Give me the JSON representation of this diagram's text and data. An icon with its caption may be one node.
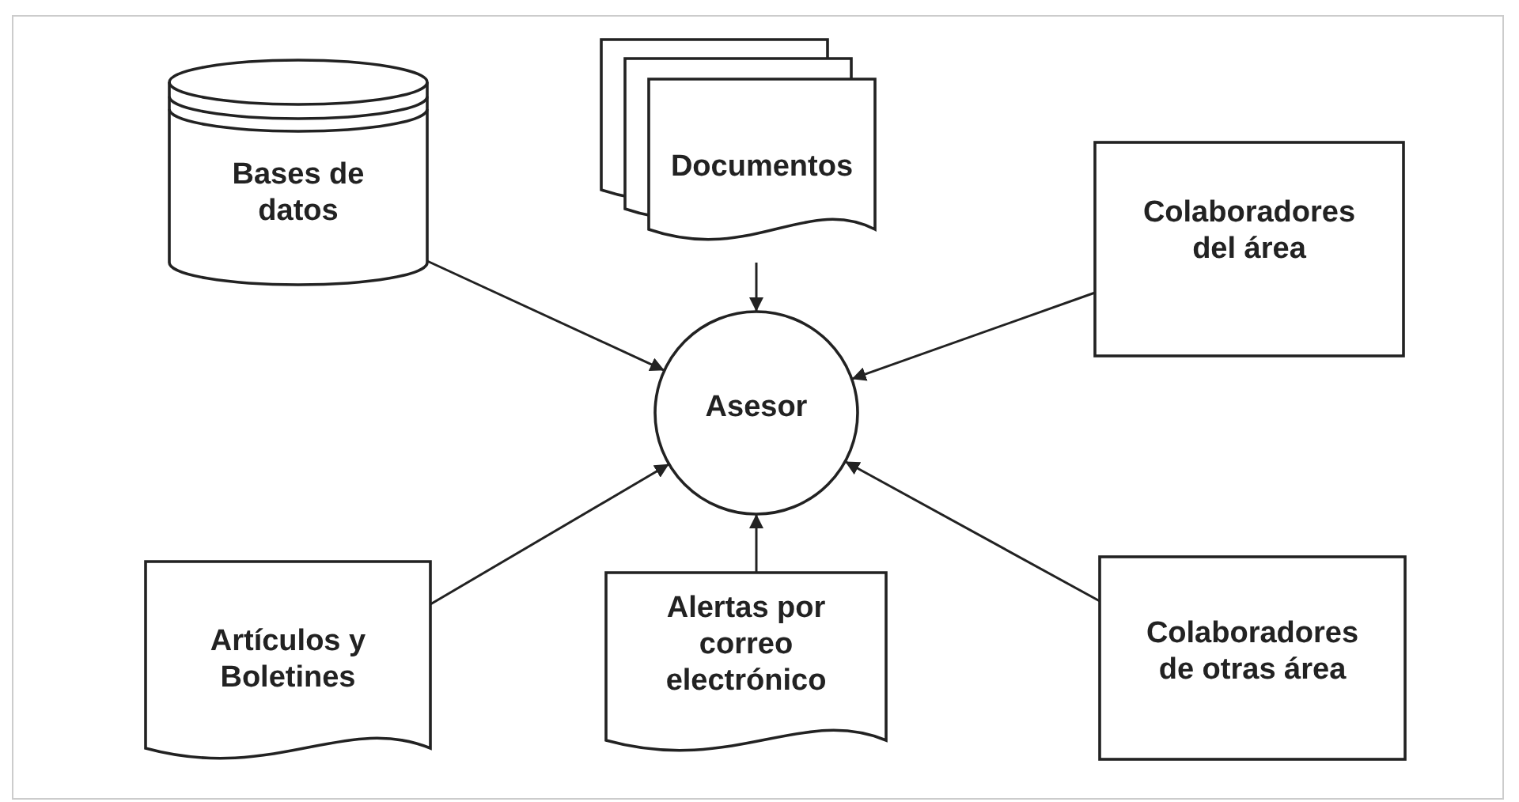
{
  "diagram": {
    "nodes": [
      {
        "text": [
          "Bases de datos"
        ]
      },
      {
        "text": [
          "Documentos"
        ]
      },
      {
        "text": [
          "Colaboradores del área"
        ]
      },
      {
        "text": [
          "Asesor"
        ]
      },
      {
        "text": [
          "Artículos y Boletines"
        ]
      },
      {
        "text": [
          "Alertas por correo electrónico"
        ]
      },
      {
        "text": [
          "Colaboradores de otras área"
        ]
      }
    ],
    "edges": [
      {
        "from": 0,
        "to": 3,
        "arrow": "to"
      },
      {
        "from": 1,
        "to": 3,
        "arrow": "to"
      },
      {
        "from": 2,
        "to": 3,
        "arrow": "to"
      },
      {
        "from": 4,
        "to": 3,
        "arrow": "to"
      },
      {
        "from": 5,
        "to": 3,
        "arrow": "to"
      },
      {
        "from": 6,
        "to": 3,
        "arrow": "to"
      }
    ]
  }
}
